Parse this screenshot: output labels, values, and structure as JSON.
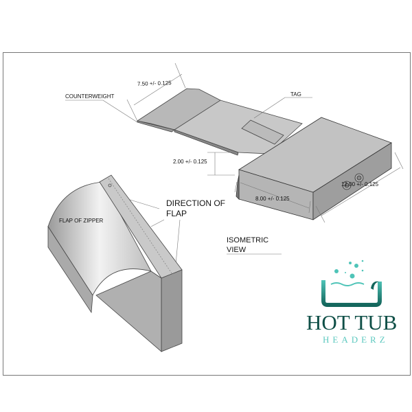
{
  "drawing": {
    "dimensions": {
      "width": "7.50 +/- 0.125",
      "height": "2.00 +/- 0.125",
      "depth": "8.00 +/- 0.125",
      "length": "12.00 +/- 0.125"
    },
    "callouts": {
      "counterweight": "COUNTERWEIGHT",
      "tag": "TAG",
      "flap_of_zipper": "FLAP OF ZIPPER",
      "direction_line1": "DIRECTION OF",
      "direction_line2": "FLAP"
    },
    "view_label_line1": "ISOMETRIC",
    "view_label_line2": "VIEW"
  },
  "logo": {
    "line1": "HOT TUB",
    "line2": "HEADERZ",
    "colors": {
      "dark": "#0f4f47",
      "light": "#5cc8bf"
    }
  }
}
